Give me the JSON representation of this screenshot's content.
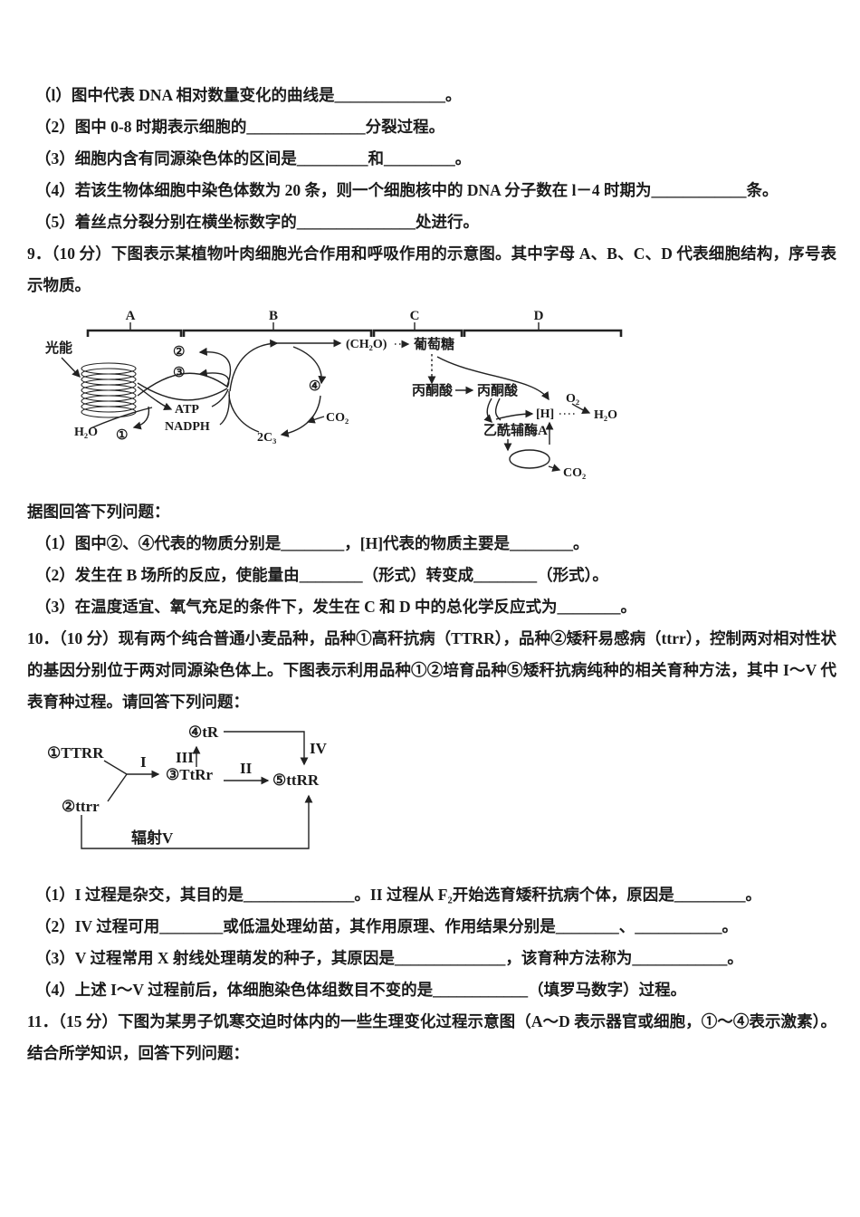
{
  "colors": {
    "ink": "#1b1b1b",
    "background": "#ffffff"
  },
  "q8": {
    "items": [
      "（l）图中代表 DNA 相对数量变化的曲线是______________。",
      "（2）图中 0-8 时期表示细胞的_______________分裂过程。",
      "（3）细胞内含有同源染色体的区间是_________和_________。",
      "（4）若该生物体细胞中染色体数为 20 条，则一个细胞核中的 DNA 分子数在 l－4 时期为____________条。",
      "（5）着丝点分裂分别在横坐标数字的_______________处进行。"
    ]
  },
  "q9": {
    "intro": "9．（10 分）下图表示某植物叶肉细胞光合作用和呼吸作用的示意图。其中字母 A、B、C、D 代表细胞结构，序号表示物质。",
    "prompt": "据图回答下列问题：",
    "items": [
      "（1）图中②、④代表的物质分别是________，[H]代表的物质主要是________。",
      "（2）发生在 B 场所的反应，使能量由________（形式）转变成________（形式）。",
      "（3）在温度适宜、氧气充足的条件下，发生在 C 和 D 中的总化学反应式为________。"
    ],
    "diagram": {
      "section_a": "A",
      "section_b": "B",
      "section_c": "C",
      "section_d": "D",
      "light_energy": "光能",
      "water_in": "H₂O",
      "num1": "①",
      "num2": "②",
      "num3": "③",
      "num4": "④",
      "atp": "ATP",
      "nadph": "NADPH",
      "ch2o": "(CH₂O)",
      "glucose": "葡萄糖",
      "co2_in": "CO₂",
      "c3": "2C₃",
      "pyruvate_left": "丙酮酸",
      "pyruvate_right": "丙酮酸",
      "h_carrier": "[H]",
      "o2": "O₂",
      "water_out": "H₂O",
      "acetyl_coa": "乙酰辅酶A",
      "co2_out": "CO₂"
    }
  },
  "q10": {
    "intro": "10．（10 分）现有两个纯合普通小麦品种，品种①高秆抗病（TTRR），品种②矮秆易感病（ttrr），控制两对相对性状的基因分别位于两对同源染色体上。下图表示利用品种①②培育品种⑤矮秆抗病纯种的相关育种方法，其中 I～V 代表育种过程。请回答下列问题：",
    "items": [
      "（1）I 过程是杂交，其目的是______________。II 过程从 F₂开始选育矮秆抗病个体，原因是_________。",
      "（2）IV 过程可用________或低温处理幼苗，其作用原理、作用结果分别是________、___________。",
      "（3）V 过程常用 X 射线处理萌发的种子，其原因是______________，该育种方法称为____________。",
      "（4）上述 I～V 过程前后，体细胞染色体组数目不变的是____________（填罗马数字）过程。"
    ],
    "diagram": {
      "variety1": "①TTRR",
      "variety2": "②ttrr",
      "variety3": "③TtRr",
      "variety4": "④tR",
      "variety5": "⑤ttRR",
      "proc1": "I",
      "proc2": "II",
      "proc3": "III",
      "proc4": "IV",
      "radiation": "辐射V"
    }
  },
  "q11": {
    "intro": "11．（15 分）下图为某男子饥寒交迫时体内的一些生理变化过程示意图（A～D 表示器官或细胞，①～④表示激素）。结合所学知识，回答下列问题："
  }
}
